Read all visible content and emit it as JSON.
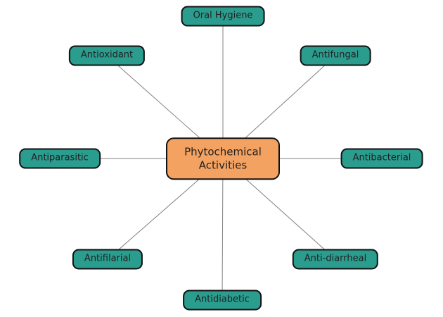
{
  "diagram": {
    "title": "Phytochemical Activities mind map",
    "center": {
      "label": "Phytochemical Activities"
    },
    "nodes": [
      {
        "label": "Oral Hygiene",
        "position": "top"
      },
      {
        "label": "Antifungal",
        "position": "top-right"
      },
      {
        "label": "Antibacterial",
        "position": "right"
      },
      {
        "label": "Anti-diarrheal",
        "position": "bottom-right"
      },
      {
        "label": "Antidiabetic",
        "position": "bottom"
      },
      {
        "label": "Antifilarial",
        "position": "bottom-left"
      },
      {
        "label": "Antiparasitic",
        "position": "left"
      },
      {
        "label": "Antioxidant",
        "position": "top-left"
      }
    ],
    "colors": {
      "node_fill": "#2a9d8f",
      "center_fill": "#f4a261",
      "border": "#111111",
      "connector_line": "#808080",
      "text": "#212121",
      "background": "#ffffff"
    }
  }
}
